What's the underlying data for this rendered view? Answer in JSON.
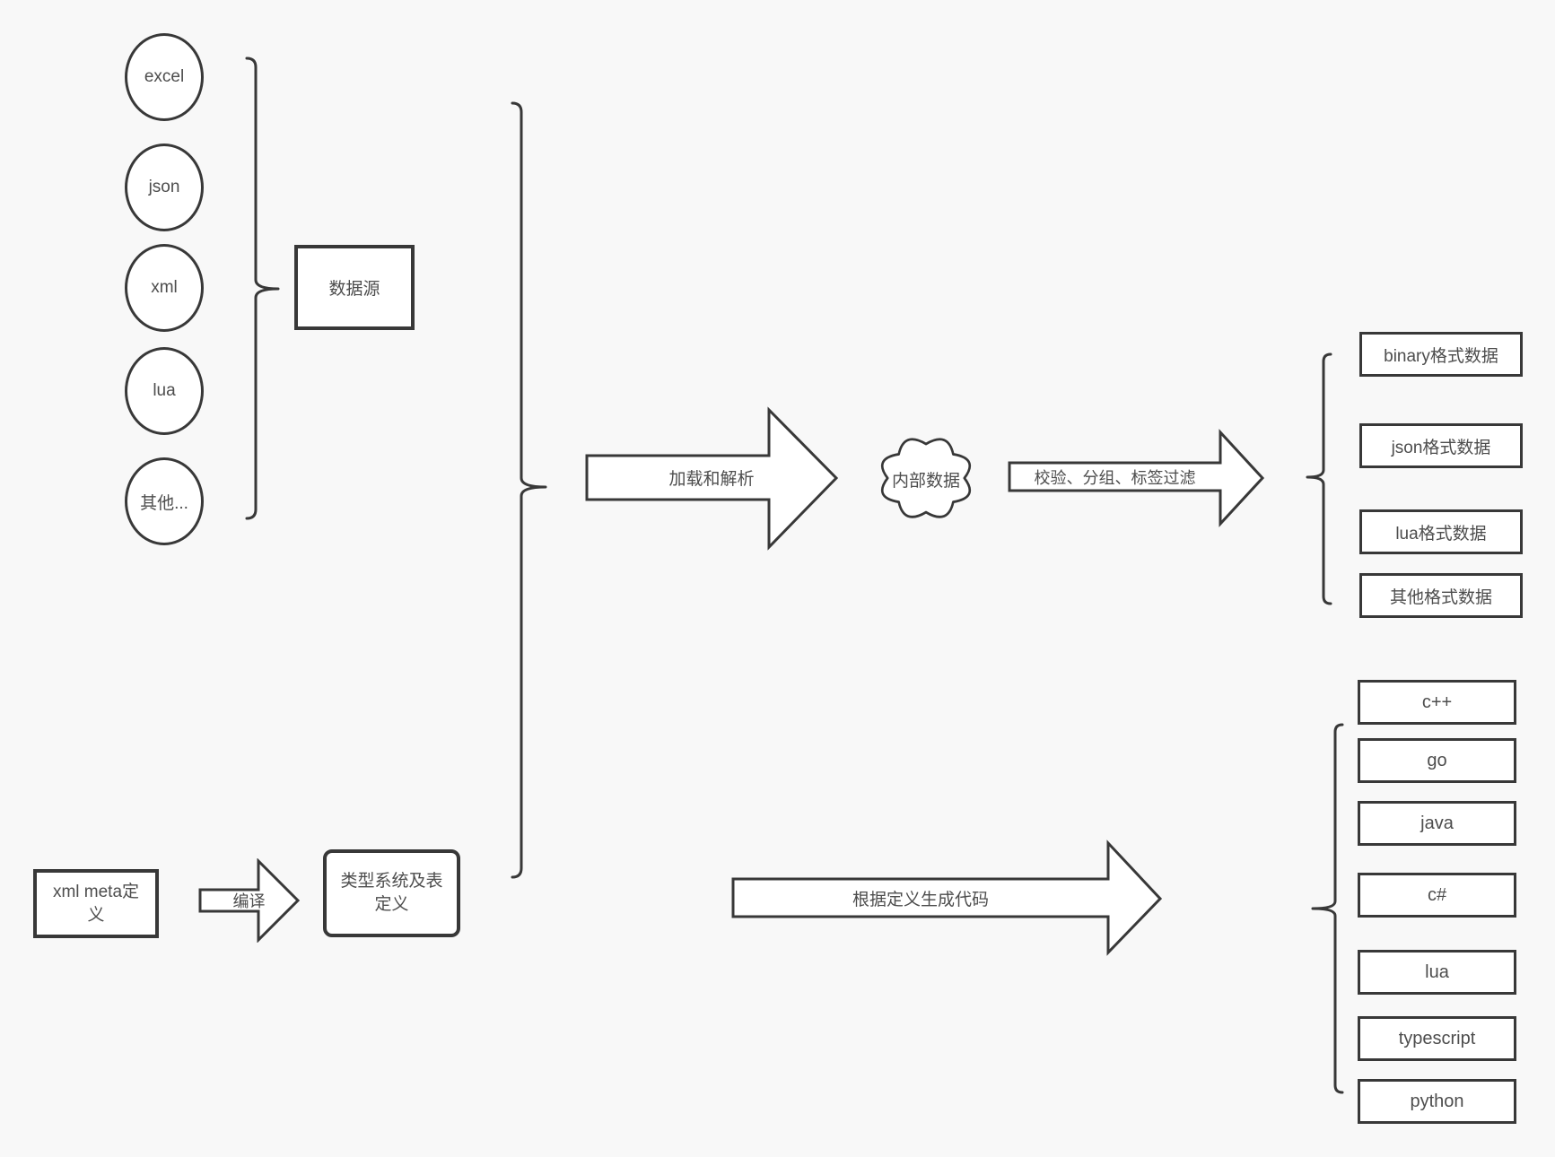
{
  "colors": {
    "background": "#f8f8f8",
    "stroke": "#383838",
    "text": "#4d4d4d",
    "shape_fill": "#ffffff"
  },
  "sources": {
    "group_label": "数据源",
    "items": [
      "excel",
      "json",
      "xml",
      "lua",
      "其他..."
    ]
  },
  "definitions": {
    "xml_meta_label": "xml meta定义",
    "compile_arrow_label": "编译",
    "type_system_label": "类型系统及表定义"
  },
  "flow": {
    "load_parse_arrow_label": "加载和解析",
    "internal_data_label": "内部数据",
    "filter_arrow_label": "校验、分组、标签过滤",
    "generate_code_arrow_label": "根据定义生成代码"
  },
  "formats": [
    "binary格式数据",
    "json格式数据",
    "lua格式数据",
    "其他格式数据"
  ],
  "languages": [
    "c++",
    "go",
    "java",
    "c#",
    "lua",
    "typescript",
    "python"
  ]
}
